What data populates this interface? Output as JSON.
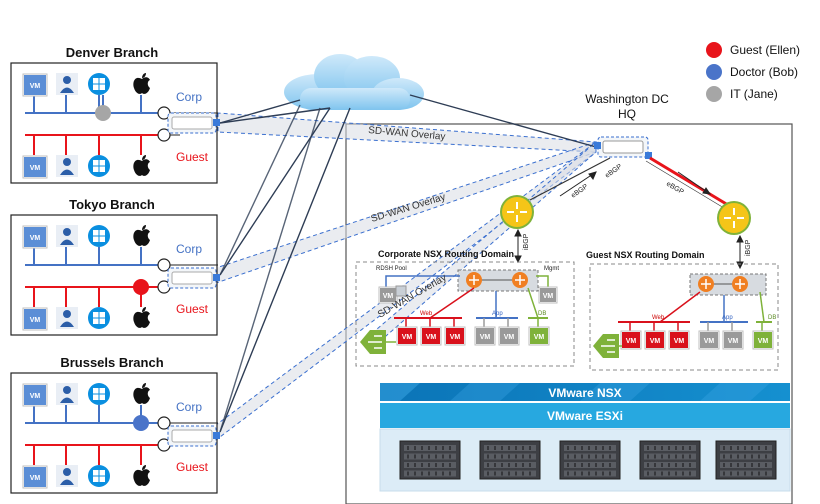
{
  "legend": [
    {
      "label": "Guest (Ellen)",
      "color": "#e8141b"
    },
    {
      "label": "Doctor (Bob)",
      "color": "#4a74c9"
    },
    {
      "label": "IT (Jane)",
      "color": "#a6a6a6"
    }
  ],
  "branches": [
    {
      "title": "Denver Branch",
      "corp_label": "Corp",
      "guest_label": "Guest",
      "user_color": "#a6a6a6"
    },
    {
      "title": "Tokyo Branch",
      "corp_label": "Corp",
      "guest_label": "Guest",
      "user_color": "#e8141b"
    },
    {
      "title": "Brussels Branch",
      "corp_label": "Corp",
      "guest_label": "Guest",
      "user_color": "#4a74c9"
    }
  ],
  "hq": {
    "title_line1": "Washington DC",
    "title_line2": "HQ"
  },
  "overlay_labels": [
    "SD-WAN Overlay",
    "SD-WAN Overlay",
    "SD-WAN Overlay"
  ],
  "ebgp_labels": [
    "eBGP",
    "eBGP",
    "eBGP"
  ],
  "ibgp_labels": [
    "iBGP",
    "iBGP"
  ],
  "corp_domain": {
    "title": "Corporate NSX Routing Domain",
    "rdsh_label": "RDSH Pool",
    "mgmt_label": "Mgmt",
    "web_label": "Web",
    "app_label": "App",
    "db_label": "DB",
    "vm_label": "VM"
  },
  "guest_domain": {
    "title": "Guest NSX Routing Domain",
    "web_label": "Web",
    "app_label": "App",
    "db_label": "DB",
    "vm_label": "VM"
  },
  "platform": {
    "nsx_label": "VMware NSX",
    "esxi_label": "VMware ESXi"
  },
  "colors": {
    "corp_line": "#4472c4",
    "guest_line": "#e8141b",
    "vm_blue": "#5b8ed6",
    "vm_red": "#d9111c",
    "vm_gray": "#9a9a9a",
    "vm_green": "#7fb23a",
    "router_yellow": "#f5c518",
    "nsx_bar": "#0f7fbf",
    "esxi_bar": "#26a9e0"
  }
}
